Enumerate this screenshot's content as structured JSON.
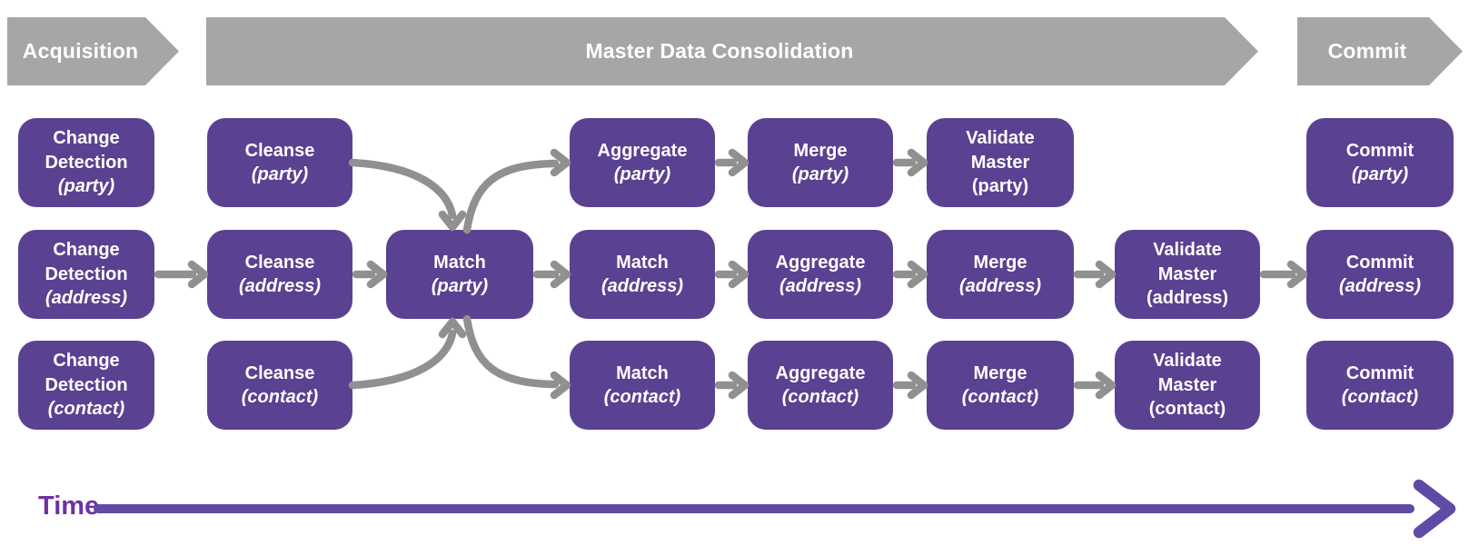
{
  "banners": [
    {
      "id": "acquisition",
      "label": "Acquisition"
    },
    {
      "id": "master-data-consolidation",
      "label": "Master Data Consolidation"
    },
    {
      "id": "commit",
      "label": "Commit"
    }
  ],
  "nodes": [
    {
      "id": "change-detection-party",
      "title": "Change\nDetection",
      "qualifier": "(party)",
      "qualifier_italic": true,
      "row": 0,
      "col": 0
    },
    {
      "id": "cleanse-party",
      "title": "Cleanse",
      "qualifier": "(party)",
      "qualifier_italic": true,
      "row": 0,
      "col": 1
    },
    {
      "id": "aggregate-party",
      "title": "Aggregate",
      "qualifier": "(party)",
      "qualifier_italic": true,
      "row": 0,
      "col": 3
    },
    {
      "id": "merge-party",
      "title": "Merge",
      "qualifier": "(party)",
      "qualifier_italic": true,
      "row": 0,
      "col": 4
    },
    {
      "id": "validate-master-party",
      "title": "Validate\nMaster",
      "qualifier": "(party)",
      "qualifier_italic": false,
      "row": 0,
      "col": 5
    },
    {
      "id": "commit-party",
      "title": "Commit",
      "qualifier": "(party)",
      "qualifier_italic": true,
      "row": 0,
      "col": 7
    },
    {
      "id": "change-detection-address",
      "title": "Change\nDetection",
      "qualifier": "(address)",
      "qualifier_italic": true,
      "row": 1,
      "col": 0
    },
    {
      "id": "cleanse-address",
      "title": "Cleanse",
      "qualifier": "(address)",
      "qualifier_italic": true,
      "row": 1,
      "col": 1
    },
    {
      "id": "match-party",
      "title": "Match",
      "qualifier": "(party)",
      "qualifier_italic": true,
      "row": 1,
      "col": 2
    },
    {
      "id": "match-address",
      "title": "Match",
      "qualifier": "(address)",
      "qualifier_italic": true,
      "row": 1,
      "col": 3
    },
    {
      "id": "aggregate-address",
      "title": "Aggregate",
      "qualifier": "(address)",
      "qualifier_italic": true,
      "row": 1,
      "col": 4
    },
    {
      "id": "merge-address",
      "title": "Merge",
      "qualifier": "(address)",
      "qualifier_italic": true,
      "row": 1,
      "col": 5
    },
    {
      "id": "validate-master-address",
      "title": "Validate\nMaster",
      "qualifier": "(address)",
      "qualifier_italic": false,
      "row": 1,
      "col": 6
    },
    {
      "id": "commit-address",
      "title": "Commit",
      "qualifier": "(address)",
      "qualifier_italic": true,
      "row": 1,
      "col": 7
    },
    {
      "id": "change-detection-contact",
      "title": "Change\nDetection",
      "qualifier": "(contact)",
      "qualifier_italic": true,
      "row": 2,
      "col": 0
    },
    {
      "id": "cleanse-contact",
      "title": "Cleanse",
      "qualifier": "(contact)",
      "qualifier_italic": true,
      "row": 2,
      "col": 1
    },
    {
      "id": "match-contact",
      "title": "Match",
      "qualifier": "(contact)",
      "qualifier_italic": true,
      "row": 2,
      "col": 3
    },
    {
      "id": "aggregate-contact",
      "title": "Aggregate",
      "qualifier": "(contact)",
      "qualifier_italic": true,
      "row": 2,
      "col": 4
    },
    {
      "id": "merge-contact",
      "title": "Merge",
      "qualifier": "(contact)",
      "qualifier_italic": true,
      "row": 2,
      "col": 5
    },
    {
      "id": "validate-master-contact",
      "title": "Validate\nMaster",
      "qualifier": "(contact)",
      "qualifier_italic": false,
      "row": 2,
      "col": 6
    },
    {
      "id": "commit-contact",
      "title": "Commit",
      "qualifier": "(contact)",
      "qualifier_italic": true,
      "row": 2,
      "col": 7
    }
  ],
  "edges": [
    {
      "from": "change-detection-address",
      "to": "cleanse-address",
      "type": "straight"
    },
    {
      "from": "cleanse-address",
      "to": "match-party",
      "type": "straight"
    },
    {
      "from": "match-party",
      "to": "match-address",
      "type": "straight"
    },
    {
      "from": "match-address",
      "to": "aggregate-address",
      "type": "straight"
    },
    {
      "from": "aggregate-address",
      "to": "merge-address",
      "type": "straight"
    },
    {
      "from": "merge-address",
      "to": "validate-master-address",
      "type": "straight"
    },
    {
      "from": "validate-master-address",
      "to": "commit-address",
      "type": "straight"
    },
    {
      "from": "aggregate-party",
      "to": "merge-party",
      "type": "straight"
    },
    {
      "from": "merge-party",
      "to": "validate-master-party",
      "type": "straight"
    },
    {
      "from": "match-contact",
      "to": "aggregate-contact",
      "type": "straight"
    },
    {
      "from": "aggregate-contact",
      "to": "merge-contact",
      "type": "straight"
    },
    {
      "from": "merge-contact",
      "to": "validate-master-contact",
      "type": "straight"
    },
    {
      "from": "cleanse-party",
      "to": "match-party",
      "type": "curve-in-top"
    },
    {
      "from": "match-party",
      "to": "aggregate-party",
      "type": "curve-out-top"
    },
    {
      "from": "cleanse-contact",
      "to": "match-party",
      "type": "curve-in-bottom"
    },
    {
      "from": "match-party",
      "to": "match-contact",
      "type": "curve-out-bottom"
    }
  ],
  "timeline": {
    "label": "Time"
  },
  "colors": {
    "background": "#ffffff",
    "node_fill": "#5b4191",
    "node_text": "#ffffff",
    "banner_fill": "#a6a6a6",
    "banner_text": "#ffffff",
    "flow_arrow": "#909090",
    "timeline_arrow": "#5f4aa5",
    "timeline_text": "#7030a0"
  }
}
